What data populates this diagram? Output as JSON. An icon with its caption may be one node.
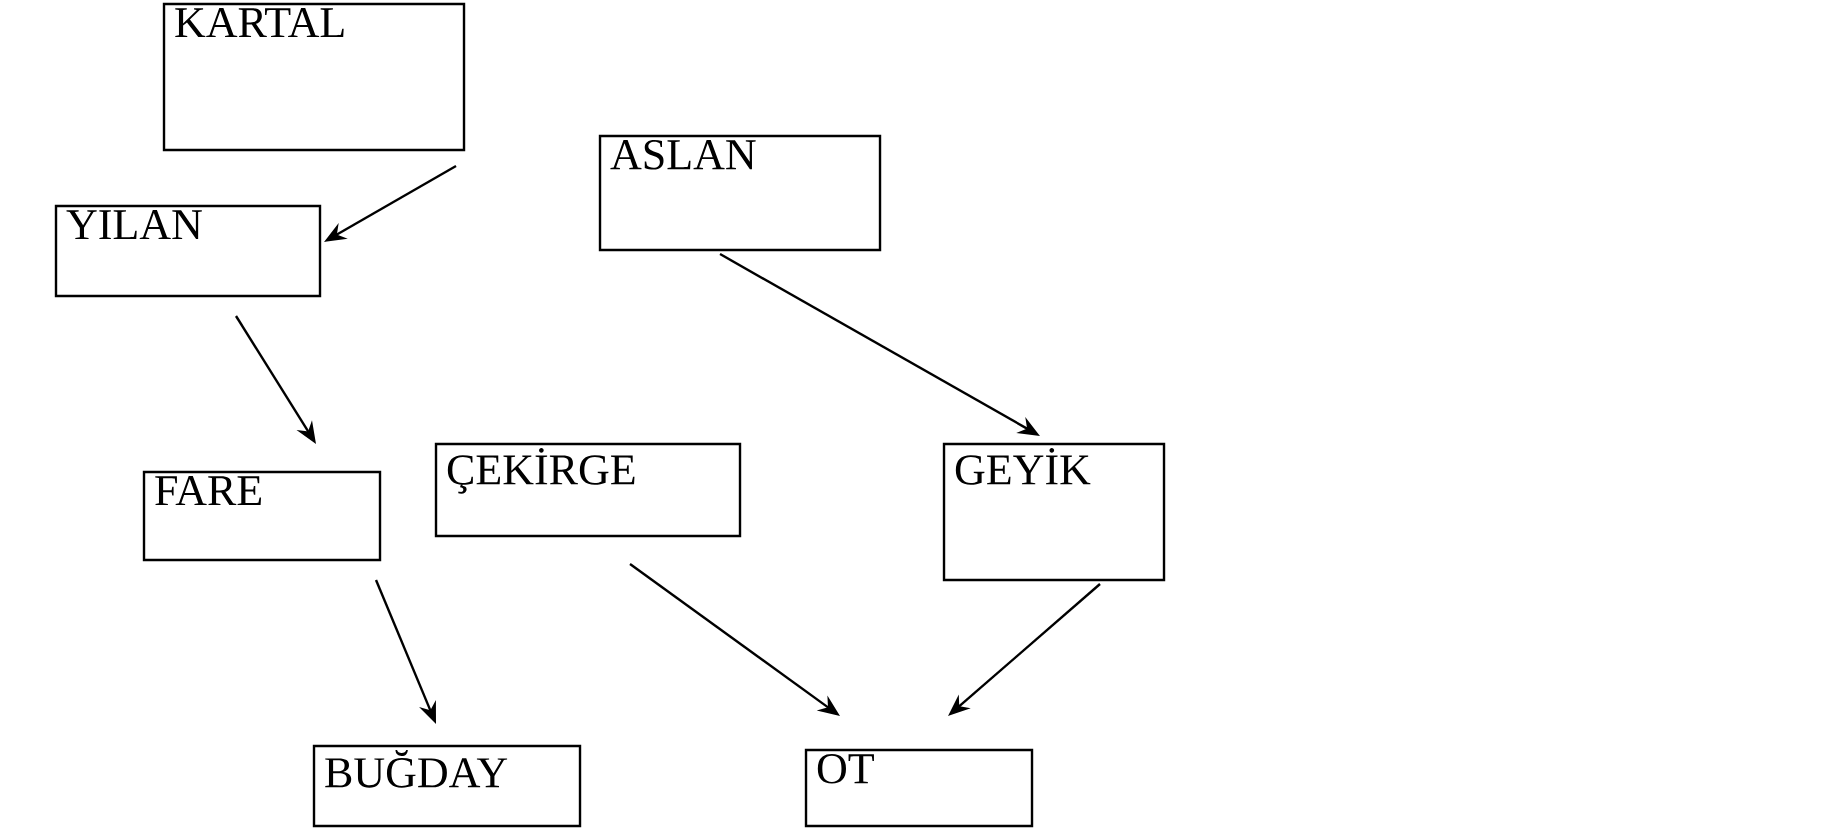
{
  "diagram": {
    "nodes": [
      {
        "text": [
          "KARTAL"
        ]
      },
      {
        "text": [
          "YILAN"
        ]
      },
      {
        "text": [
          "ASLAN"
        ]
      },
      {
        "text": [
          "FARE"
        ]
      },
      {
        "text": [
          "ÇEKİRGE"
        ]
      },
      {
        "text": [
          "GEYİK"
        ]
      },
      {
        "text": [
          "BUĞDAY"
        ]
      },
      {
        "text": [
          "OT"
        ]
      }
    ],
    "edges": [
      {
        "from": 0,
        "to": 1,
        "arrow": "to"
      },
      {
        "from": 1,
        "to": 3,
        "arrow": "to"
      },
      {
        "from": 2,
        "to": 5,
        "arrow": "to"
      },
      {
        "from": 3,
        "to": 6,
        "arrow": "to"
      },
      {
        "from": 4,
        "to": 7,
        "arrow": "to"
      },
      {
        "from": 5,
        "to": 7,
        "arrow": "to"
      }
    ]
  }
}
